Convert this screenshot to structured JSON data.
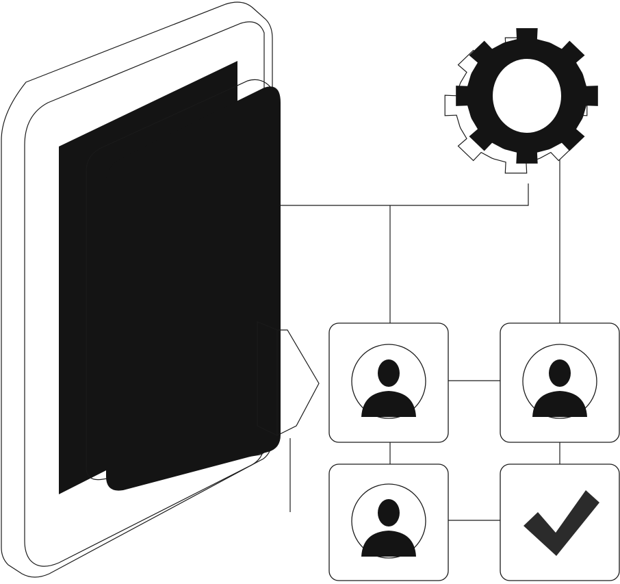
{
  "colors": {
    "ink": "#141414",
    "line": "#1a1a1a",
    "paper": "#ffffff",
    "checkmark": "#2b2b2b"
  },
  "icons": {
    "device": "tablet-icon",
    "settings": "gear-icon",
    "user": "user-icon",
    "approval": "checkmark-icon",
    "pointer": "arrow-right-icon"
  },
  "cards": [
    {
      "id": "user-card-1",
      "icon": "user-icon"
    },
    {
      "id": "user-card-2",
      "icon": "user-icon"
    },
    {
      "id": "user-card-3",
      "icon": "user-icon"
    },
    {
      "id": "approval-card",
      "icon": "checkmark-icon"
    }
  ]
}
